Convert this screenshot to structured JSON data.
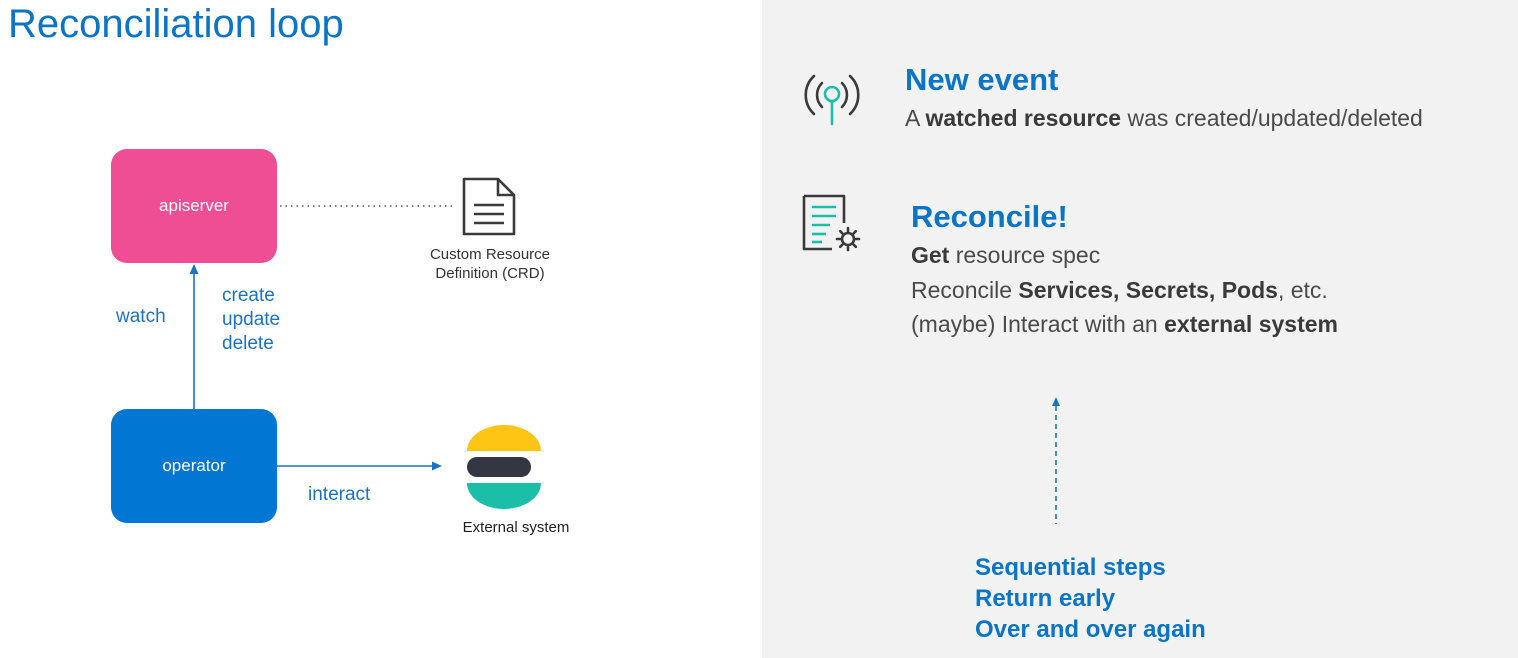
{
  "title": "Reconciliation loop",
  "diagram": {
    "apiserver_label": "apiserver",
    "operator_label": "operator",
    "crd_label_line1": "Custom Resource",
    "crd_label_line2": "Definition (CRD)",
    "watch_label": "watch",
    "create_label": "create",
    "update_label": "update",
    "delete_label": "delete",
    "interact_label": "interact",
    "external_label": "External system"
  },
  "events": {
    "new_event": {
      "title": "New event",
      "text_before": "A ",
      "text_bold": "watched resource",
      "text_after": " was created/updated/deleted"
    },
    "reconcile": {
      "title": "Reconcile!",
      "line1_bold": "Get",
      "line1_rest": " resource spec",
      "line2_start": "Reconcile ",
      "line2_bold": "Services, Secrets, Pods",
      "line2_end": ", etc.",
      "line3_start": "(maybe) Interact with an ",
      "line3_bold": "external system"
    }
  },
  "steps": [
    "Sequential steps",
    "Return early",
    "Over and over again"
  ],
  "colors": {
    "title": "#0a74c7",
    "apiserver": "#ef4e95",
    "operator": "#0176d3",
    "teal": "#1bbfa8",
    "yellow": "#fec514",
    "dark": "#343741"
  },
  "icons": {
    "crd": "document-icon",
    "external": "elastic-logo-icon",
    "event": "antenna-signal-icon",
    "reconcile": "document-gear-icon"
  }
}
